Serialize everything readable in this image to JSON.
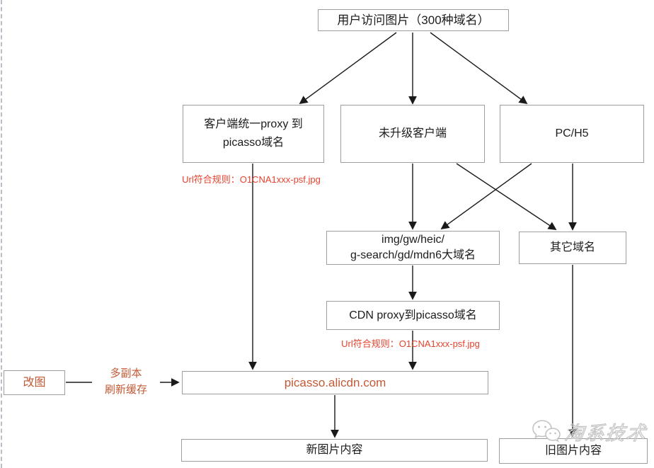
{
  "nodes": {
    "user_access": {
      "label": "用户访问图片（300种域名）"
    },
    "client_proxy": {
      "line1": "客户端统一proxy 到",
      "line2": "picasso域名"
    },
    "not_upgraded": {
      "label": "未升级客户端"
    },
    "pc_h5": {
      "label": "PC/H5"
    },
    "img_domains": {
      "line1": "img/gw/heic/",
      "line2": "g-search/gd/mdn6大域名"
    },
    "other_domains": {
      "label": "其它域名"
    },
    "cdn_proxy": {
      "label": "CDN proxy到picasso域名"
    },
    "picasso": {
      "label": "picasso.alicdn.com"
    },
    "gaitu": {
      "label": "改图"
    },
    "new_content": {
      "label": "新图片内容"
    },
    "old_content": {
      "label": "旧图片内容"
    }
  },
  "annotations": {
    "url_rule_1": "Url符合规则：O1CNA1xxx-psf.jpg",
    "url_rule_2": "Url符合规则：O1CNA1xxx-psf.jpg",
    "refresh_line1": "多副本",
    "refresh_line2": "刷新缓存"
  },
  "watermark": {
    "text": "淘系技术"
  },
  "colors": {
    "accent_orange": "#c25a36",
    "annotation_red": "#e7422d",
    "box_border": "#9e9e9e",
    "arrow": "#1a1a1a"
  }
}
